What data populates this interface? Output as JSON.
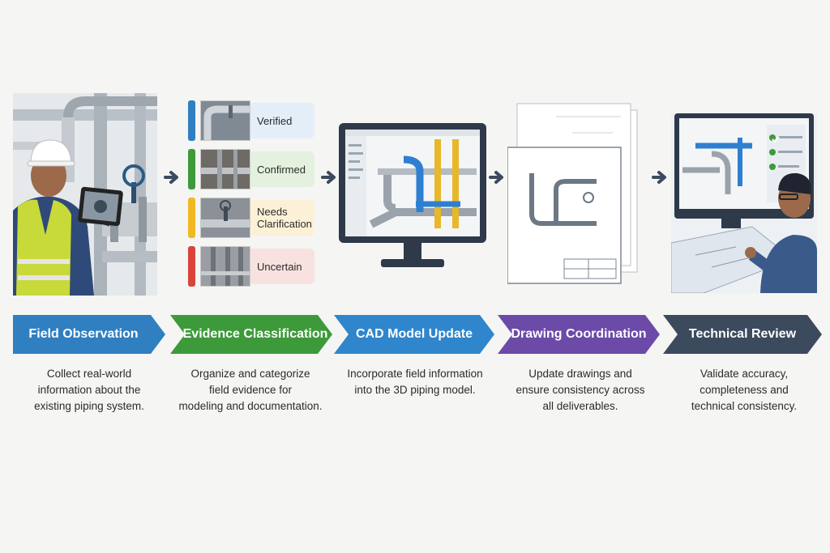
{
  "steps": [
    {
      "title": "Field Observation",
      "desc": [
        "Collect real-world",
        "information about the",
        "existing piping system."
      ],
      "color": "#2f7fc1"
    },
    {
      "title": "Evidence Classification",
      "desc": [
        "Organize and categorize",
        "field evidence for",
        "modeling and documentation."
      ],
      "color": "#3d9a3a"
    },
    {
      "title": "CAD Model Update",
      "desc": [
        "Incorporate field information",
        "into the 3D piping model."
      ],
      "color": "#2f86cc"
    },
    {
      "title": "Drawing Coordination",
      "desc": [
        "Update drawings and",
        "ensure consistency across",
        "all deliverables."
      ],
      "color": "#6b4aa8"
    },
    {
      "title": "Technical Review",
      "desc": [
        "Validate accuracy,",
        "completeness and",
        "technical consistency."
      ],
      "color": "#3c4a5e"
    }
  ],
  "evidence": [
    {
      "label": "Verified",
      "bar_color": "#2f7fc1",
      "bg": "#e3eef8"
    },
    {
      "label": "Confirmed",
      "bar_color": "#3d9a3a",
      "bg": "#e4f1df"
    },
    {
      "label": "Needs Clarification",
      "bar_color": "#f2b824",
      "bg": "#fcf1d6"
    },
    {
      "label": "Uncertain",
      "bar_color": "#d8443a",
      "bg": "#f8e2df"
    }
  ],
  "icons": {
    "flow_arrow": "arrow-right-icon",
    "check": "check-icon"
  }
}
